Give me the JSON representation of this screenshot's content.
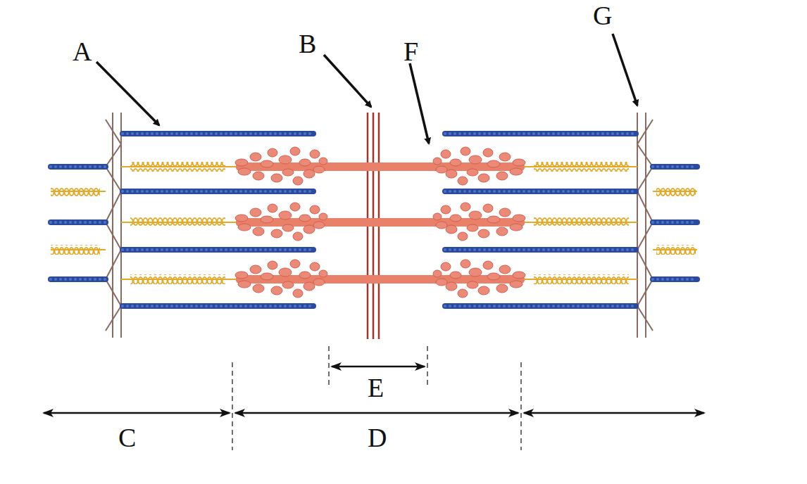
{
  "diagram": {
    "labels": [
      "A",
      "B",
      "F",
      "G",
      "E",
      "C",
      "D"
    ]
  }
}
